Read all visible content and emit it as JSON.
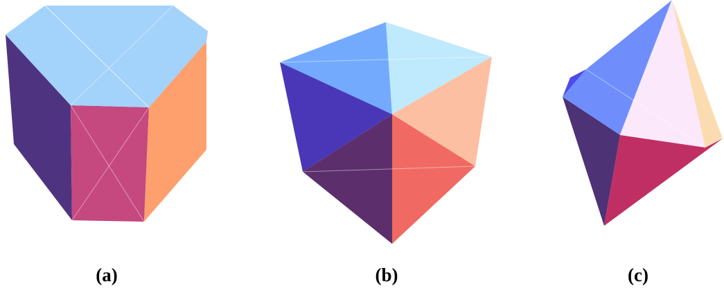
{
  "panels": [
    {
      "label": "(a)",
      "shape": "truncated-triangular-prism"
    },
    {
      "label": "(b)",
      "shape": "cube"
    },
    {
      "label": "(c)",
      "shape": "irregular-polyhedron"
    }
  ],
  "colors": {
    "top_light_blue": "#a3d2fb",
    "left_dark_purple": "#4e3480",
    "front_magenta": "#c5487f",
    "right_orange": "#fea06e",
    "cube_top_left_blue": "#74aafe",
    "cube_top_right_cyan": "#bfe9fd",
    "cube_left_indigo": "#4a37b8",
    "cube_right_peach": "#fcbfa1",
    "cube_bottom_left_plum": "#5c2f6c",
    "cube_bottom_right_coral": "#f06a63",
    "poly_blue": "#6f8efc",
    "poly_deep_blue": "#4d4bea",
    "poly_pink_white": "#fbe8fa",
    "poly_cream": "#fbdcb1",
    "poly_crimson": "#c02f63",
    "poly_dark_purple": "#4d3276"
  }
}
